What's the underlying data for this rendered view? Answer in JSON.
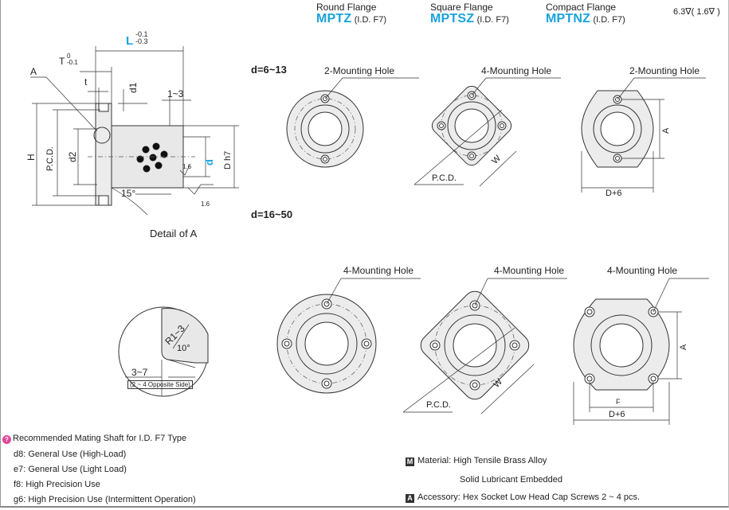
{
  "header": {
    "round": {
      "name": "Round Flange",
      "code": "MPTZ",
      "id": "(I.D. F7)"
    },
    "square": {
      "name": "Square Flange",
      "code": "MPTSZ",
      "id": "(I.D. F7)"
    },
    "compact": {
      "name": "Compact Flange",
      "code": "MPTNZ",
      "id": "(I.D. F7)"
    },
    "roughness": "6.3∇( 1.6∇ )"
  },
  "side_view": {
    "L": "L",
    "L_tol_upper": "-0.1",
    "L_tol_lower": "-0.3",
    "T": "T",
    "T_tol_upper": "0",
    "T_tol_lower": "-0.1",
    "t": "t",
    "A": "A",
    "d1": "d1",
    "d2": "d2",
    "H": "H",
    "pcd": "P.C.D.",
    "d": "d",
    "Dh7": "D h7",
    "one_to_three": "1~3",
    "angle15": "15°",
    "rough16a": "1.6",
    "rough16b": "1.6",
    "detail_caption": "Detail of A"
  },
  "row1": {
    "label": "d=6~13",
    "round_hole": "2-Mounting Hole",
    "square_hole": "4-Mounting Hole",
    "compact_hole": "2-Mounting Hole",
    "pcd": "P.C.D.",
    "W": "W",
    "A": "A",
    "D6": "D+6"
  },
  "row2": {
    "label": "d=16~50",
    "round_hole": "4-Mounting Hole",
    "square_hole": "4-Mounting Hole",
    "compact_hole": "4-Mounting Hole",
    "pcd": "P.C.D.",
    "W": "W",
    "A": "A",
    "F": "F",
    "D6": "D+6"
  },
  "detail": {
    "r": "R1~3",
    "angle": "10°",
    "range": "3~7",
    "opposite": "(2 ~ 4 Opposite Side)"
  },
  "shaft": {
    "title": "Recommended Mating Shaft for I.D. F7 Type",
    "items": [
      "d8: General Use (High-Load)",
      "e7: General Use (Light Load)",
      "f8: High Precision Use",
      "g6: High Precision Use  (Intermittent Operation)"
    ]
  },
  "material": {
    "material_badge": "M",
    "material_label": "Material:",
    "material_value": "High Tensile Brass Alloy",
    "material_line2": "Solid Lubricant Embedded",
    "accessory_badge": "A",
    "accessory_label": "Accessory:",
    "accessory_value": "Hex Socket Low Head Cap Screws 2 ~ 4 pcs."
  }
}
